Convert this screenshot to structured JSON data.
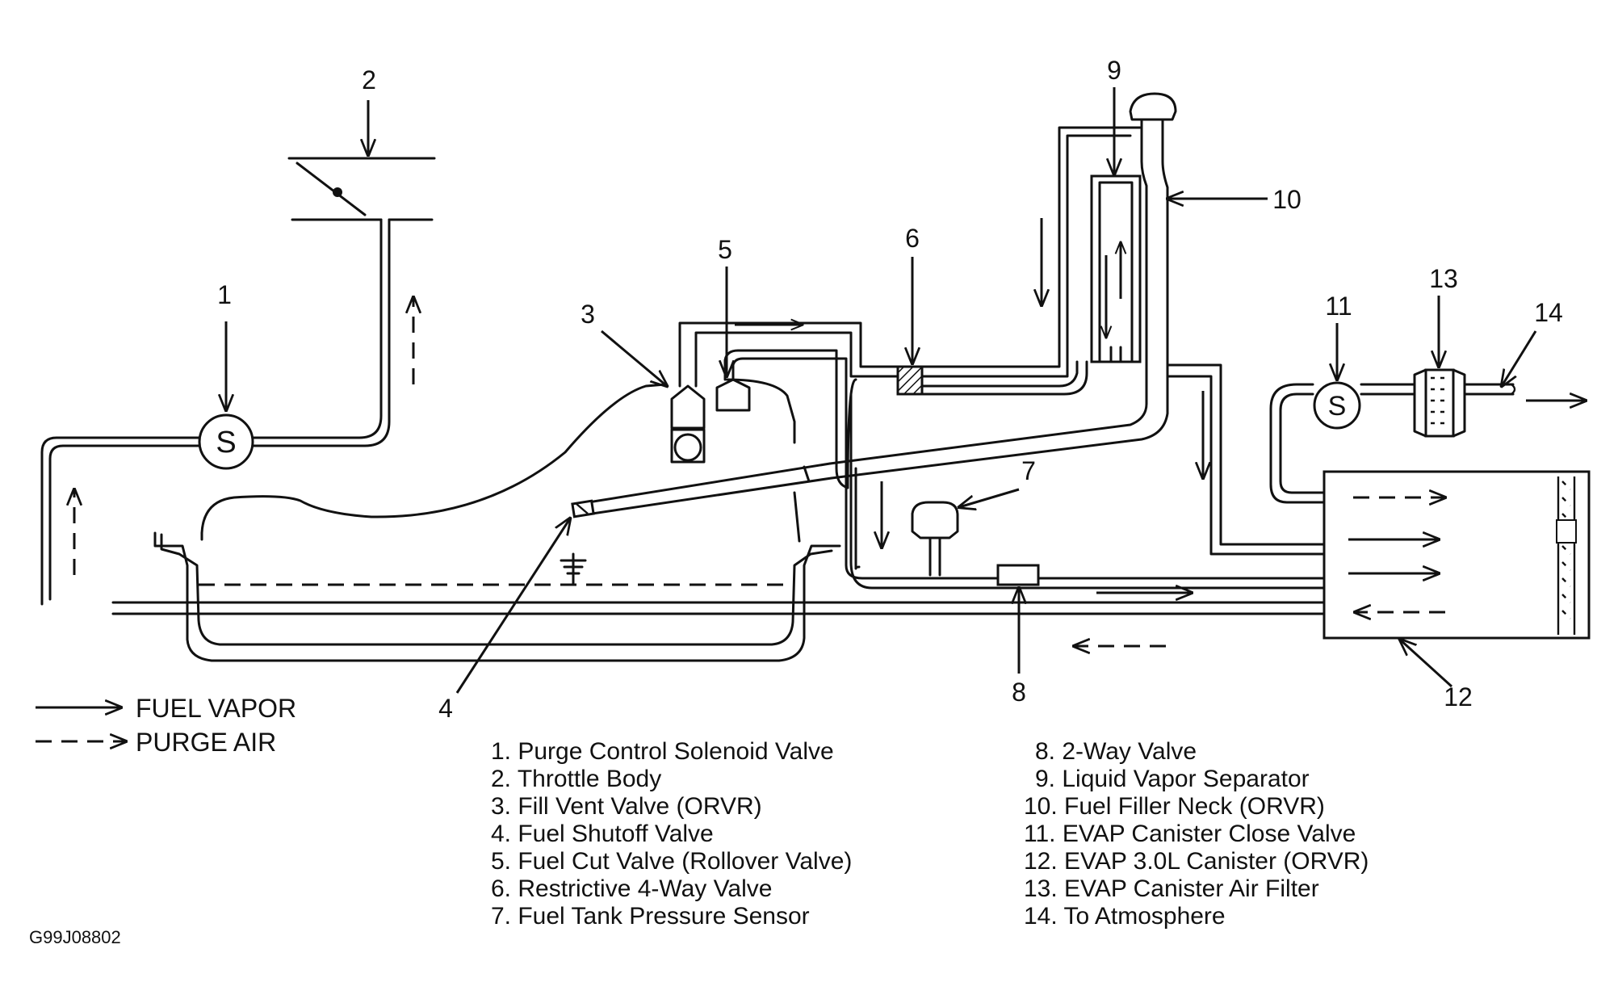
{
  "callouts": [
    "1",
    "2",
    "3",
    "4",
    "5",
    "6",
    "7",
    "8",
    "9",
    "10",
    "11",
    "12",
    "13",
    "14"
  ],
  "legend": {
    "fuel_vapor": "FUEL VAPOR",
    "purge_air": "PURGE AIR"
  },
  "key_left": [
    "1. Purge Control Solenoid Valve",
    "2. Throttle Body",
    "3. Fill Vent Valve (ORVR)",
    "4. Fuel Shutoff Valve",
    "5. Fuel Cut Valve (Rollover Valve)",
    "6. Restrictive 4-Way Valve",
    "7. Fuel Tank Pressure Sensor"
  ],
  "key_right": [
    "8. 2-Way Valve",
    "9. Liquid Vapor Separator",
    "10. Fuel Filler Neck (ORVR)",
    "11. EVAP Canister Close Valve",
    "12. EVAP 3.0L Canister (ORVR)",
    "13. EVAP Canister Air Filter",
    "14. To Atmosphere"
  ],
  "solenoid_symbols": {
    "purge_valve": "S",
    "close_valve": "S"
  },
  "figure_id": "G99J08802"
}
